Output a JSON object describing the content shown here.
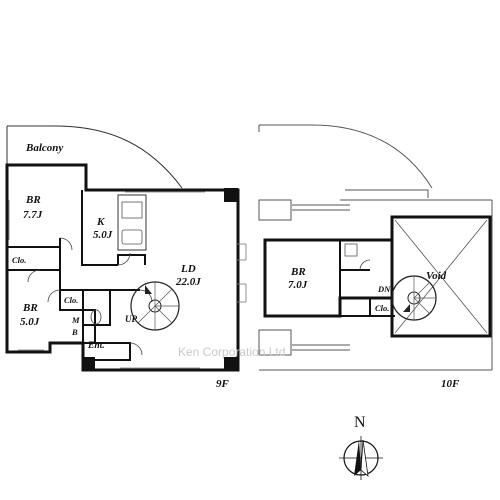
{
  "floor_9": {
    "balcony": "Balcony",
    "br1_name": "BR",
    "br1_size": "7.7J",
    "kitchen_name": "K",
    "kitchen_size": "5.0J",
    "ld_name": "LD",
    "ld_size": "22.0J",
    "closet_1": "Clo.",
    "closet_2": "Clo.",
    "br2_name": "BR",
    "br2_size": "5.0J",
    "mb_m": "M",
    "mb_b": "B",
    "up": "UP",
    "entrance": "Ent.",
    "floor_label": "9F"
  },
  "floor_10": {
    "br_name": "BR",
    "br_size": "7.0J",
    "void": "Void",
    "dn": "DN",
    "closet": "Clo.",
    "floor_label": "10F"
  },
  "compass": {
    "north": "N"
  },
  "watermark": "Ken Corporation Ltd"
}
